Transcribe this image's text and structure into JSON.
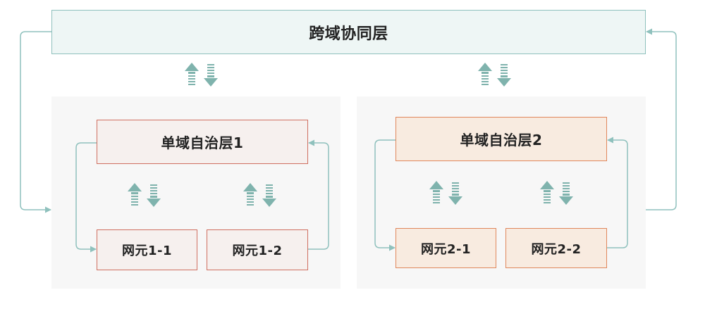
{
  "colors": {
    "connector": "#8fc1bd",
    "arrow_icon": "#7fb3ad",
    "top_layer_border": "#8fc1bd",
    "domain1_border": "#cf6e60",
    "domain2_border": "#e0875c",
    "panel_bg": "#f7f7f7"
  },
  "cross_domain_layer": {
    "label": "跨域协同层"
  },
  "domain1": {
    "layer_label": "单域自治层1",
    "nodes": [
      {
        "label": "网元1-1"
      },
      {
        "label": "网元1-2"
      }
    ]
  },
  "domain2": {
    "layer_label": "单域自治层2",
    "nodes": [
      {
        "label": "网元2-1"
      },
      {
        "label": "网元2-2"
      }
    ]
  },
  "icons": {
    "bidirectional": "up-down-arrows-icon"
  }
}
